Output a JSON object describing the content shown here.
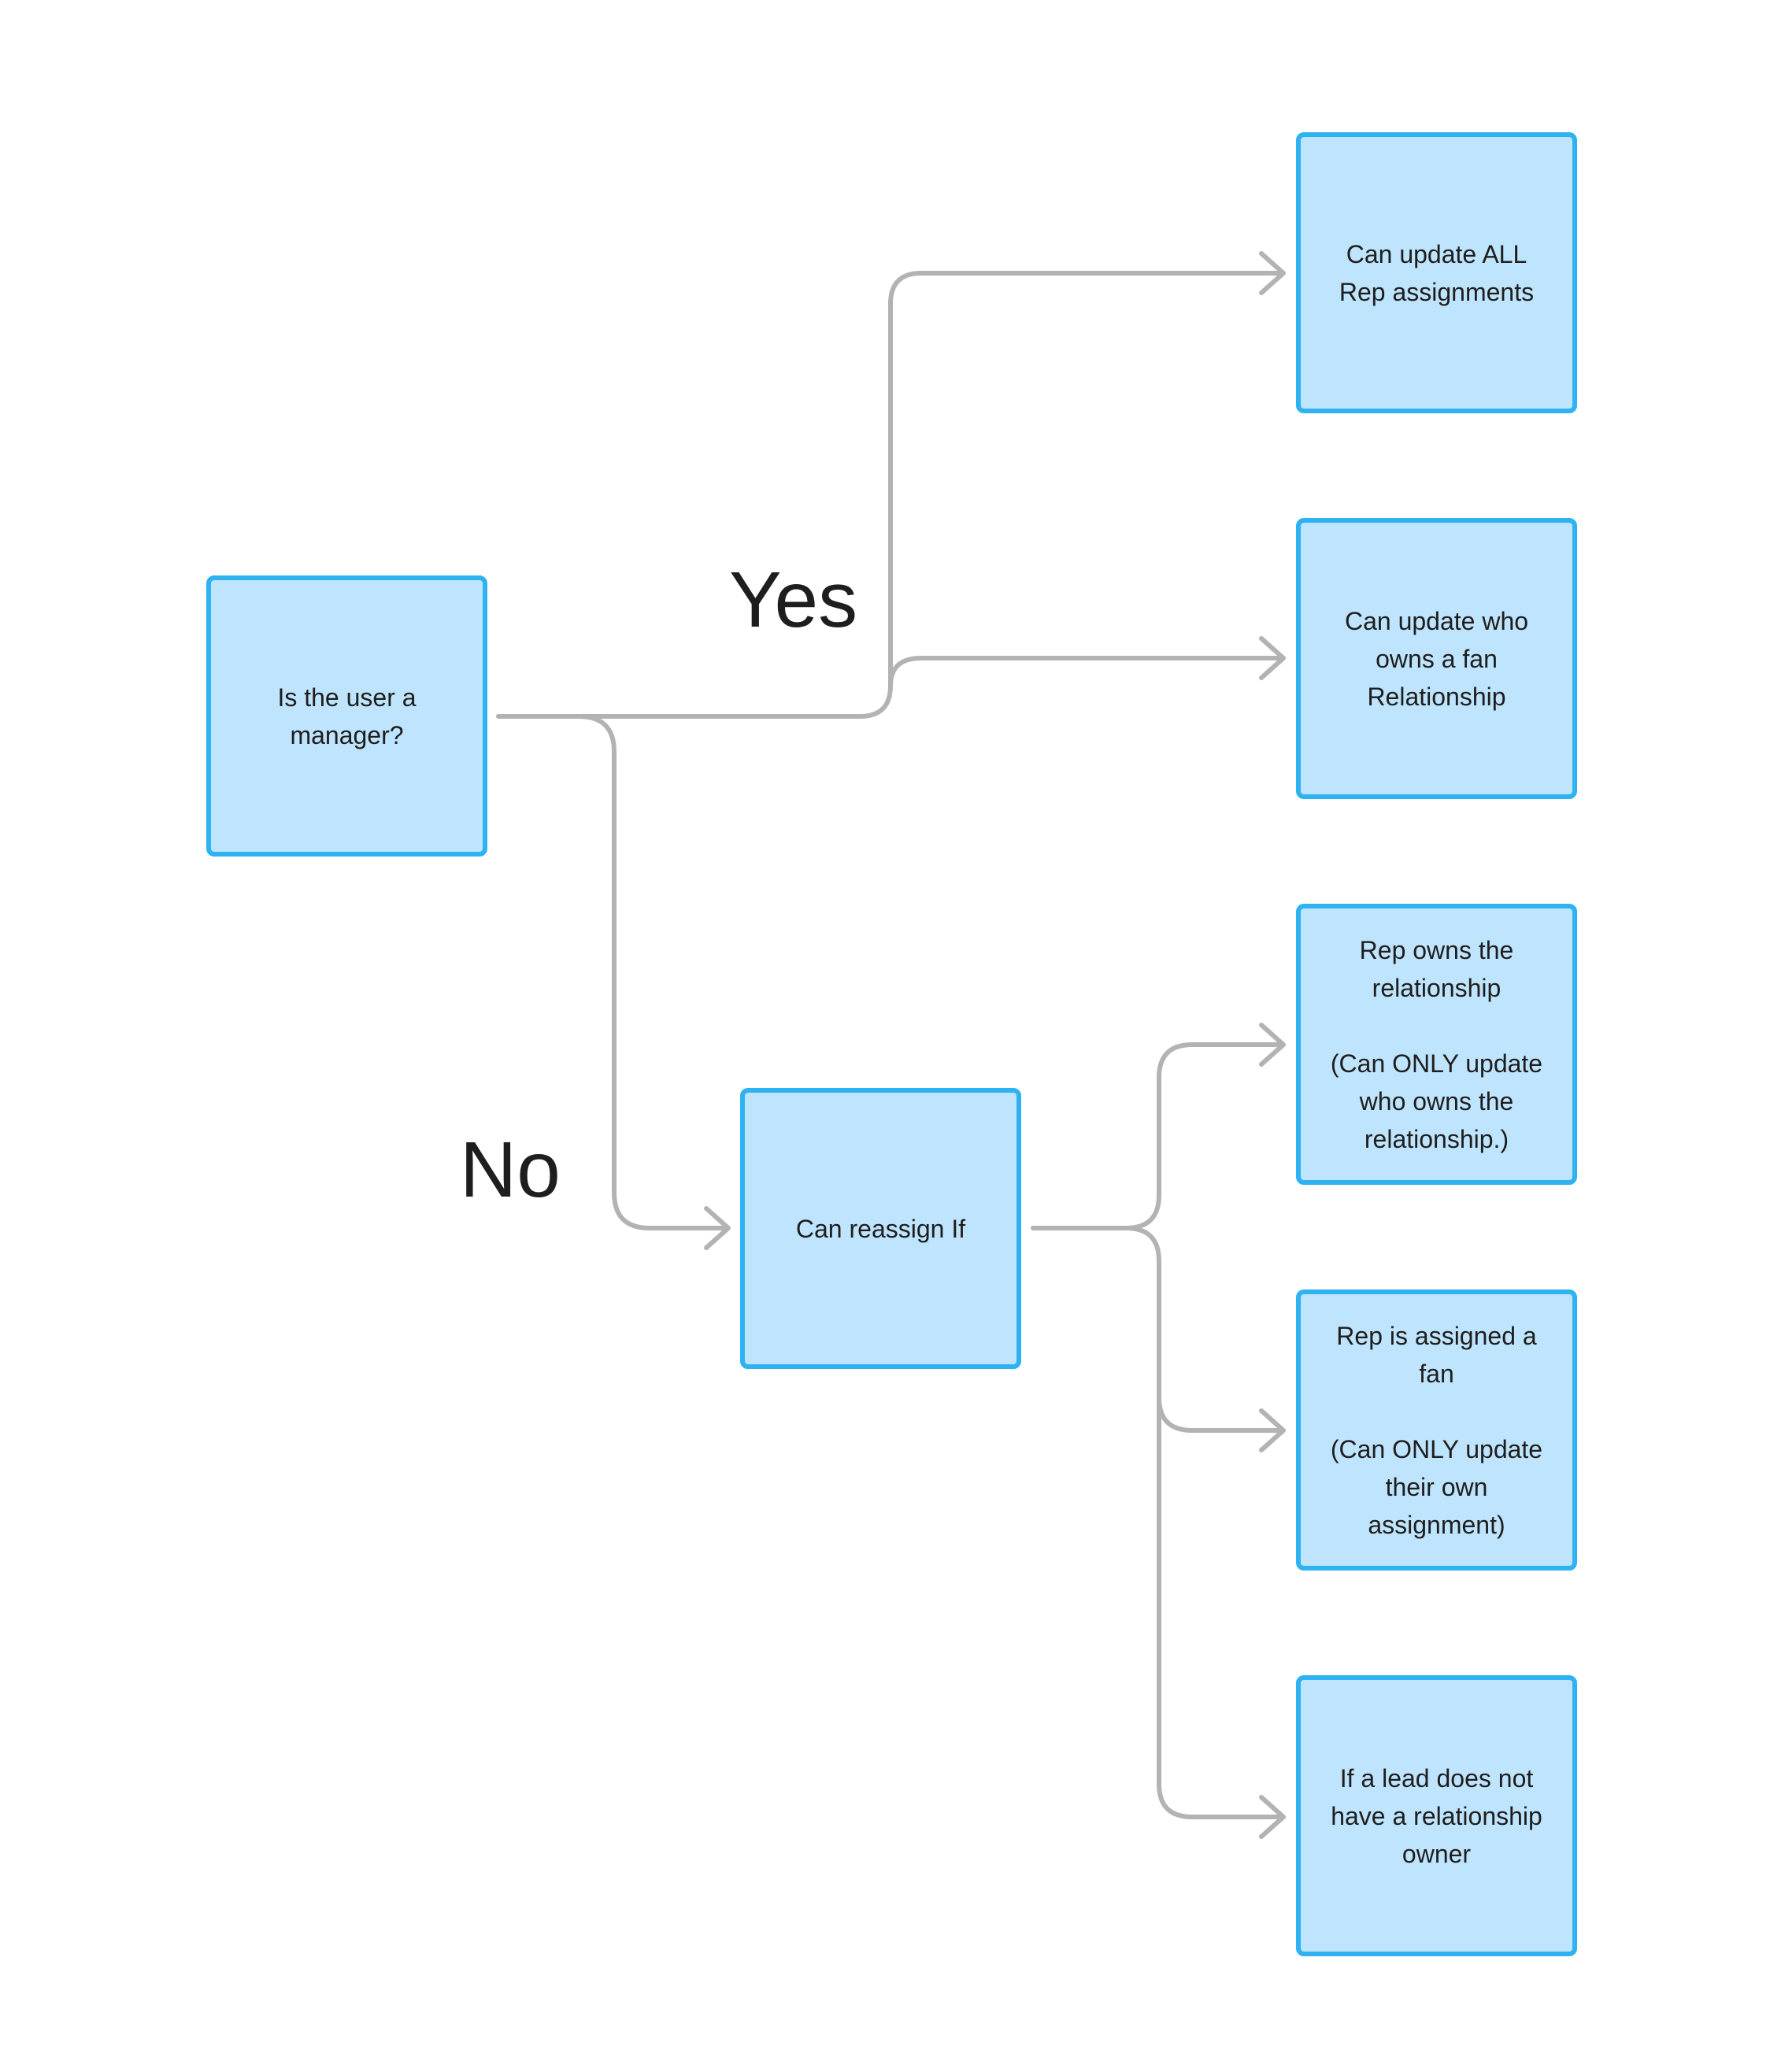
{
  "diagram": {
    "colors": {
      "node_fill": "#bfe4fd",
      "node_border": "#2eb2f2",
      "connector": "#b3b3b3",
      "text": "#1e1e1e",
      "background": "#ffffff"
    },
    "nodes": {
      "question": "Is the user a\nmanager?",
      "update_all": "Can update ALL\nRep assignments",
      "update_owner": "Can update who\nowns a fan\nRelationship",
      "reassign_if": "Can reassign If",
      "rep_owns": "Rep owns the\nrelationship\n\n(Can ONLY update\nwho owns the\nrelationship.)",
      "rep_assigned": "Rep is assigned a\nfan\n\n(Can ONLY update\ntheir own\nassignment)",
      "no_owner": "If a lead does not\nhave a relationship\nowner"
    },
    "labels": {
      "yes": "Yes",
      "no": "No"
    }
  }
}
